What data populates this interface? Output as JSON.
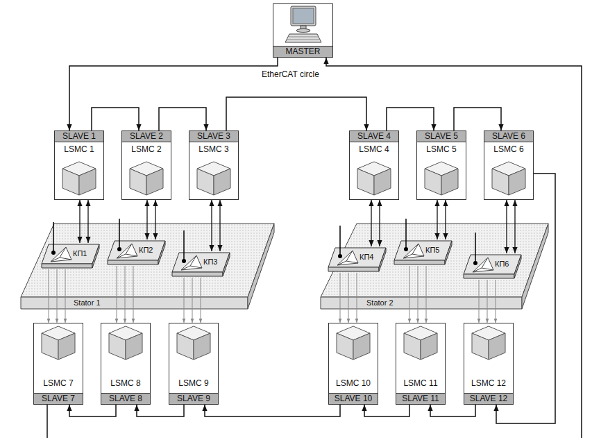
{
  "diagram": {
    "nodes": [
      {
        "text": [
          "MASTER"
        ]
      },
      {
        "text": [
          "SLAVE 1",
          "LSMC 1"
        ]
      },
      {
        "text": [
          "SLAVE 2",
          "LSMC 2"
        ]
      },
      {
        "text": [
          "SLAVE 3",
          "LSMC 3"
        ]
      },
      {
        "text": [
          "SLAVE 4",
          "LSMC 4"
        ]
      },
      {
        "text": [
          "SLAVE 5",
          "LSMC 5"
        ]
      },
      {
        "text": [
          "SLAVE 6",
          "LSMC 6"
        ]
      },
      {
        "text": [
          "Stator 1"
        ]
      },
      {
        "text": [
          "КП1"
        ],
        "in": 7
      },
      {
        "text": [
          "КП2"
        ],
        "in": 7
      },
      {
        "text": [
          "КП3"
        ],
        "in": 7
      },
      {
        "text": [
          "Stator 2"
        ]
      },
      {
        "text": [
          "КП4"
        ],
        "in": 11
      },
      {
        "text": [
          "КП5"
        ],
        "in": 11
      },
      {
        "text": [
          "КП6"
        ],
        "in": 11
      },
      {
        "text": [
          "LSMC 7",
          "SLAVE 7"
        ]
      },
      {
        "text": [
          "LSMC 8",
          "SLAVE 8"
        ]
      },
      {
        "text": [
          "LSMC 9",
          "SLAVE 9"
        ]
      },
      {
        "text": [
          "LSMC 10",
          "SLAVE 10"
        ]
      },
      {
        "text": [
          "LSMC 11",
          "SLAVE 11"
        ]
      },
      {
        "text": [
          "LSMC 12",
          "SLAVE 12"
        ]
      }
    ],
    "edges": [
      {
        "from": 0,
        "to": 1,
        "arrow": "to"
      },
      {
        "from": 1,
        "to": 2,
        "arrow": "to"
      },
      {
        "from": 2,
        "to": 3,
        "arrow": "to"
      },
      {
        "from": 3,
        "to": 4,
        "arrow": "to"
      },
      {
        "from": 4,
        "to": 5,
        "arrow": "to"
      },
      {
        "from": 5,
        "to": 6,
        "arrow": "to"
      },
      {
        "from": 6,
        "to": 20,
        "arrow": "to"
      },
      {
        "from": 20,
        "to": 19,
        "arrow": "to"
      },
      {
        "from": 19,
        "to": 18,
        "arrow": "to"
      },
      {
        "from": 18,
        "to": 17,
        "arrow": "to"
      },
      {
        "from": 17,
        "to": 16,
        "arrow": "to"
      },
      {
        "from": 16,
        "to": 15,
        "arrow": "to"
      },
      {
        "from": 1,
        "to": 8,
        "arrow": "both"
      },
      {
        "from": 1,
        "to": 8,
        "arrow": "both"
      },
      {
        "from": 2,
        "to": 9,
        "arrow": "both"
      },
      {
        "from": 2,
        "to": 9,
        "arrow": "both"
      },
      {
        "from": 3,
        "to": 10,
        "arrow": "both"
      },
      {
        "from": 3,
        "to": 10,
        "arrow": "both"
      },
      {
        "from": 4,
        "to": 12,
        "arrow": "both"
      },
      {
        "from": 4,
        "to": 12,
        "arrow": "both"
      },
      {
        "from": 5,
        "to": 13,
        "arrow": "both"
      },
      {
        "from": 5,
        "to": 13,
        "arrow": "both"
      },
      {
        "from": 6,
        "to": 14,
        "arrow": "both"
      },
      {
        "from": 6,
        "to": 14,
        "arrow": "both"
      },
      {
        "from": 8,
        "to": 15,
        "arrow": "to"
      },
      {
        "from": 8,
        "to": 15,
        "arrow": "to"
      },
      {
        "from": 8,
        "to": 15,
        "arrow": "to"
      },
      {
        "from": 9,
        "to": 16,
        "arrow": "to"
      },
      {
        "from": 9,
        "to": 16,
        "arrow": "to"
      },
      {
        "from": 9,
        "to": 16,
        "arrow": "to"
      },
      {
        "from": 10,
        "to": 17,
        "arrow": "to"
      },
      {
        "from": 10,
        "to": 17,
        "arrow": "to"
      },
      {
        "from": 10,
        "to": 17,
        "arrow": "to"
      },
      {
        "from": 12,
        "to": 18,
        "arrow": "to"
      },
      {
        "from": 12,
        "to": 18,
        "arrow": "to"
      },
      {
        "from": 12,
        "to": 18,
        "arrow": "to"
      },
      {
        "from": 13,
        "to": 19,
        "arrow": "to"
      },
      {
        "from": 13,
        "to": 19,
        "arrow": "to"
      },
      {
        "from": 13,
        "to": 19,
        "arrow": "to"
      },
      {
        "from": 14,
        "to": 20,
        "arrow": "to"
      },
      {
        "from": 14,
        "to": 20,
        "arrow": "to"
      },
      {
        "from": 14,
        "to": 20,
        "arrow": "to"
      }
    ],
    "labels": [
      "EtherCAT circle"
    ]
  }
}
